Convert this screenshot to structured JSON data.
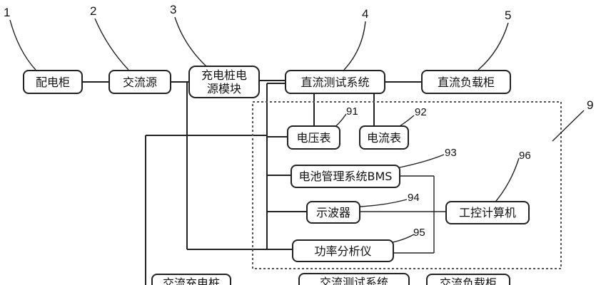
{
  "diagram": {
    "boxes": {
      "distribution_cabinet": "配电柜",
      "ac_source": "交流源",
      "charging_pile_power_module": "充电桩电源模块",
      "dc_test_system": "直流测试系统",
      "dc_load_cabinet": "直流负载柜",
      "voltmeter": "电压表",
      "ammeter": "电流表",
      "bms": "电池管理系统BMS",
      "oscilloscope": "示波器",
      "industrial_computer": "工控计算机",
      "power_analyzer": "功率分析仪",
      "ac_charging_pile": "交流充电桩",
      "ac_test_system": "交流测试系统",
      "ac_load_cabinet": "交流负载柜"
    },
    "labels": {
      "n1": "1",
      "n2": "2",
      "n3": "3",
      "n4": "4",
      "n5": "5",
      "n9": "9",
      "n91": "91",
      "n92": "92",
      "n93": "93",
      "n94": "94",
      "n95": "95",
      "n96": "96"
    }
  }
}
